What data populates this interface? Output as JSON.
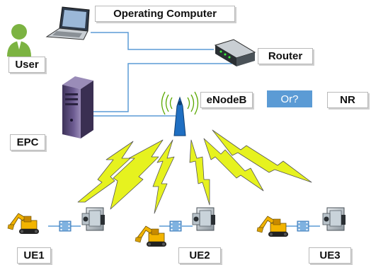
{
  "labels": {
    "operating_computer": "Operating Computer",
    "router": "Router",
    "user": "User",
    "epc": "EPC",
    "enodeb": "eNodeB",
    "or": "Or?",
    "nr": "NR",
    "ue1": "UE1",
    "ue2": "UE2",
    "ue3": "UE3"
  },
  "colors": {
    "wire": "#5b9bd5",
    "lightning": "#e6f21f",
    "or_box": "#5b9bd5",
    "server": "#5a4a7a",
    "excavator": "#f2b400"
  },
  "icons": [
    "user-icon",
    "laptop-icon",
    "router-icon",
    "server-icon",
    "antenna-icon",
    "excavator-icon",
    "film-icon",
    "camera-icon",
    "lightning-icon"
  ]
}
